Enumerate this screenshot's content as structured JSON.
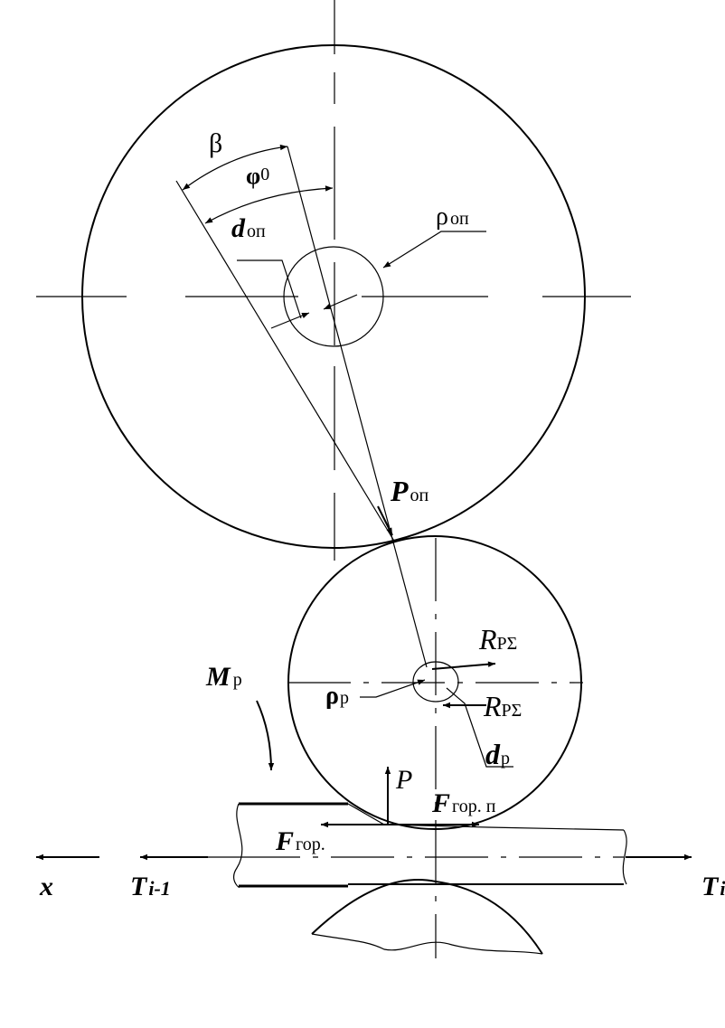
{
  "labels": {
    "beta": "β",
    "phi": "φ",
    "phi_sub": "0",
    "d_on": "d",
    "d_on_sub": "оп",
    "rho_on": "ρ",
    "rho_on_sub": "оп",
    "P_on": "P",
    "P_on_sub": "оп",
    "R_top": "R",
    "R_top_sub": "PΣ",
    "R_bottom": "R",
    "R_bottom_sub": "PΣ",
    "rho_p": "ρ",
    "rho_p_sub": "р",
    "d_p": "d",
    "d_p_sub": "р",
    "M_p": "M",
    "M_p_sub": "р",
    "P": "P",
    "F_gor_p": "F",
    "F_gor_p_sub": "гор. п",
    "F_gor": "F",
    "F_gor_sub": "гор.",
    "x": "x",
    "T_prev": "T",
    "T_prev_sub": "i-1",
    "T_next": "T",
    "T_next_sub": "i"
  }
}
